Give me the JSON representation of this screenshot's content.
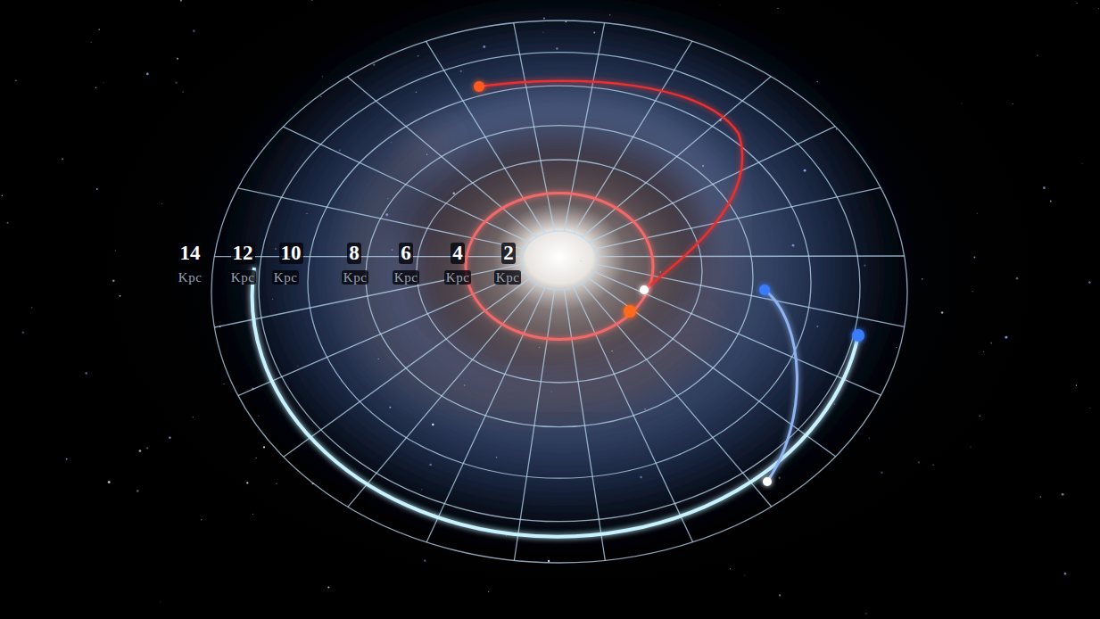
{
  "diagram": {
    "labels": [
      "14",
      "Kpc",
      "12",
      "Kpc",
      "10",
      "Kpc",
      "8",
      "Kpc",
      "6",
      "Kpc",
      "4",
      "Kpc",
      "2",
      "Kpc"
    ]
  }
}
